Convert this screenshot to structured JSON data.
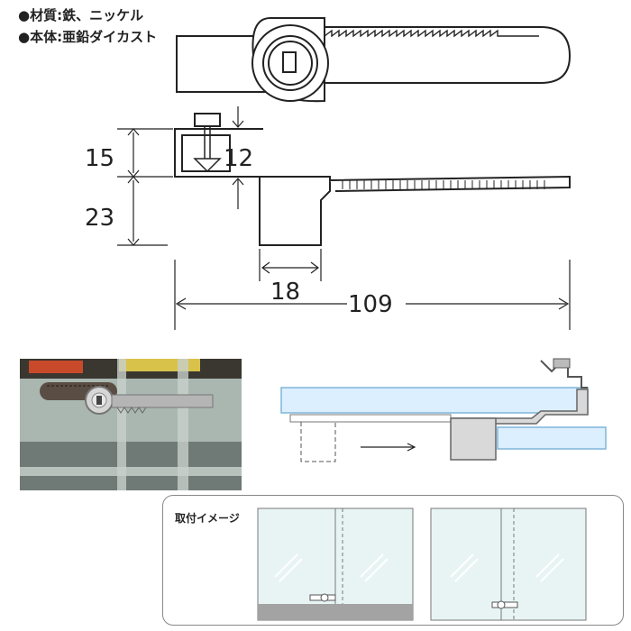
{
  "specs": {
    "material": "●材質:鉄、ニッケル",
    "body": "●本体:亜鉛ダイカスト"
  },
  "dimensions": {
    "d15": "15",
    "d12": "12",
    "d23": "23",
    "d18": "18",
    "d109": "109"
  },
  "install": {
    "title": "取付イメージ"
  },
  "colors": {
    "line": "#222222",
    "glass": "#dcefff",
    "glass_edge": "#7fb6d9",
    "metal": "#d9d9d9",
    "rail": "#999999"
  }
}
